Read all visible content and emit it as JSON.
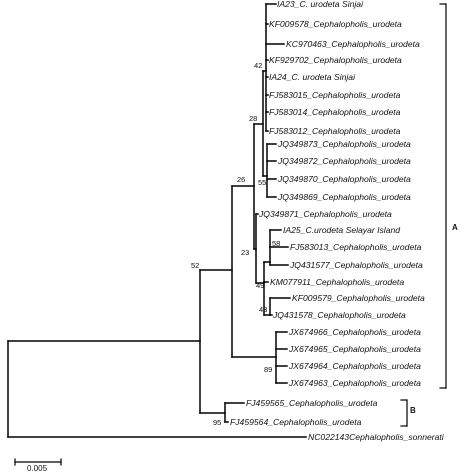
{
  "tree": {
    "taxa": [
      "IA23_C. urodeta Sinjai",
      "KF009578_Cephalopholis_urodeta",
      "KC970463_Cephalopholis_urodeta",
      "KF929702_Cephalopholis_urodeta",
      "IA24_C. urodeta Sinjai",
      "FJ583015_Cephalopholis_urodeta",
      "FJ583014_Cephalopholis_urodeta",
      "FJ583012_Cephalopholis_urodeta",
      "JQ349873_Cephalopholis_urodeta",
      "JQ349872_Cephalopholis_urodeta",
      "JQ349870_Cephalopholis_urodeta",
      "JQ349869_Cephalopholis_urodeta",
      "JQ349871_Cephalopholis_urodeta",
      "IA25_C.urodeta Selayar Island",
      "FJ583013_Cephalopholis_urodeta",
      "JQ431577_Cephalopholis_urodeta",
      "KM077911_Cephalopholis_urodeta",
      "KF009579_Cephalopholis_urodeta",
      "JQ431578_Cephalopholis_urodeta",
      "JX674966_Cephalopholis_urodeta",
      "JX674965_Cephalopholis_urodeta",
      "JX674964_Cephalopholis_urodeta",
      "JX674963_Cephalopholis_urodeta",
      "FJ459565_Cephalopholis_urodeta",
      "FJ459564_Cephalopholis_urodeta",
      "NC022143Cephalopholis_sonnerati"
    ],
    "bootstrap": [
      "42",
      "28",
      "55",
      "26",
      "58",
      "23",
      "49",
      "43",
      "52",
      "89",
      "95"
    ],
    "clades": [
      "A",
      "B"
    ],
    "scale_label": "0.005"
  }
}
